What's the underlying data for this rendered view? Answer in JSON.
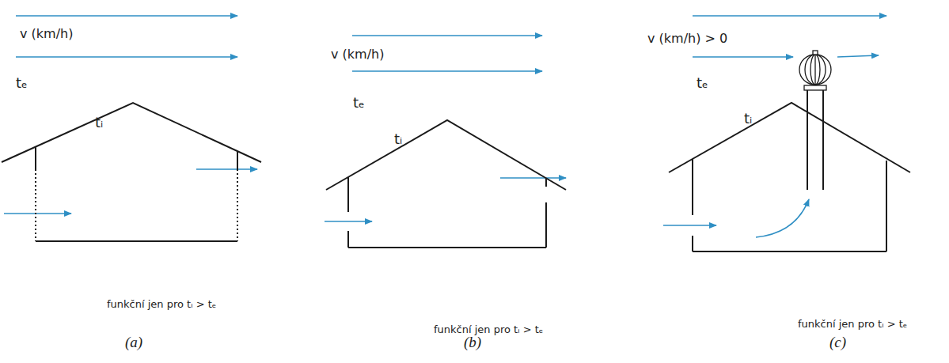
{
  "diagram": {
    "labels": [
      "v (km/h)",
      "tₑ",
      "tᵢ",
      "funkční jen pro tᵢ > tₑ",
      "(a)",
      "v (km/h)",
      "tₑ",
      "tᵢ",
      "funkční jen pro tᵢ > tₑ",
      "(b)",
      "v (km/h) > 0",
      "tₑ",
      "tᵢ",
      "funkční jen pro tᵢ > tₑ",
      "(c)"
    ]
  }
}
